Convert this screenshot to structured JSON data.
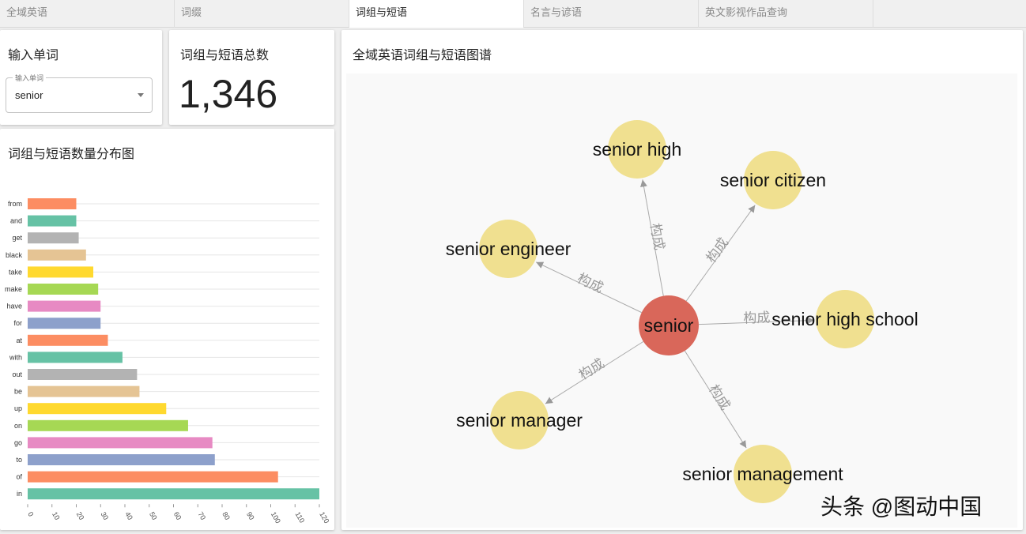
{
  "tabs": [
    "全域英语",
    "词缀",
    "词组与短语",
    "名言与谚语",
    "英文影视作品查询"
  ],
  "active_tab": 2,
  "input_card": {
    "title": "输入单词",
    "field_label": "输入单词",
    "value": "senior"
  },
  "total_card": {
    "title": "词组与短语总数",
    "value": "1,346"
  },
  "bar_card": {
    "title": "词组与短语数量分布图"
  },
  "graph_card": {
    "title": "全域英语词组与短语图谱"
  },
  "watermark": "头条 @图动中国",
  "chart_data": {
    "type": "bar",
    "orientation": "horizontal",
    "categories": [
      "from",
      "and",
      "get",
      "black",
      "take",
      "make",
      "have",
      "for",
      "at",
      "with",
      "out",
      "be",
      "up",
      "on",
      "go",
      "to",
      "of",
      "in"
    ],
    "values": [
      20,
      20,
      21,
      24,
      27,
      29,
      30,
      30,
      33,
      39,
      45,
      46,
      57,
      66,
      76,
      77,
      103,
      120
    ],
    "colors": [
      "#fc8d62",
      "#66c2a5",
      "#b3b3b3",
      "#e5c494",
      "#ffd92f",
      "#a6d854",
      "#e78ac3",
      "#8da0cb"
    ],
    "xlim": [
      0,
      120
    ],
    "xticks": [
      0,
      10,
      20,
      30,
      40,
      50,
      60,
      70,
      80,
      90,
      100,
      110,
      120
    ],
    "grid": true
  },
  "graph": {
    "center": {
      "label": "senior",
      "color": "#d9675a"
    },
    "leaf_color": "#f0e090",
    "edge_label": "构成",
    "leaves": [
      "senior high",
      "senior citizen",
      "senior engineer",
      "senior high school",
      "senior manager",
      "senior management"
    ]
  }
}
